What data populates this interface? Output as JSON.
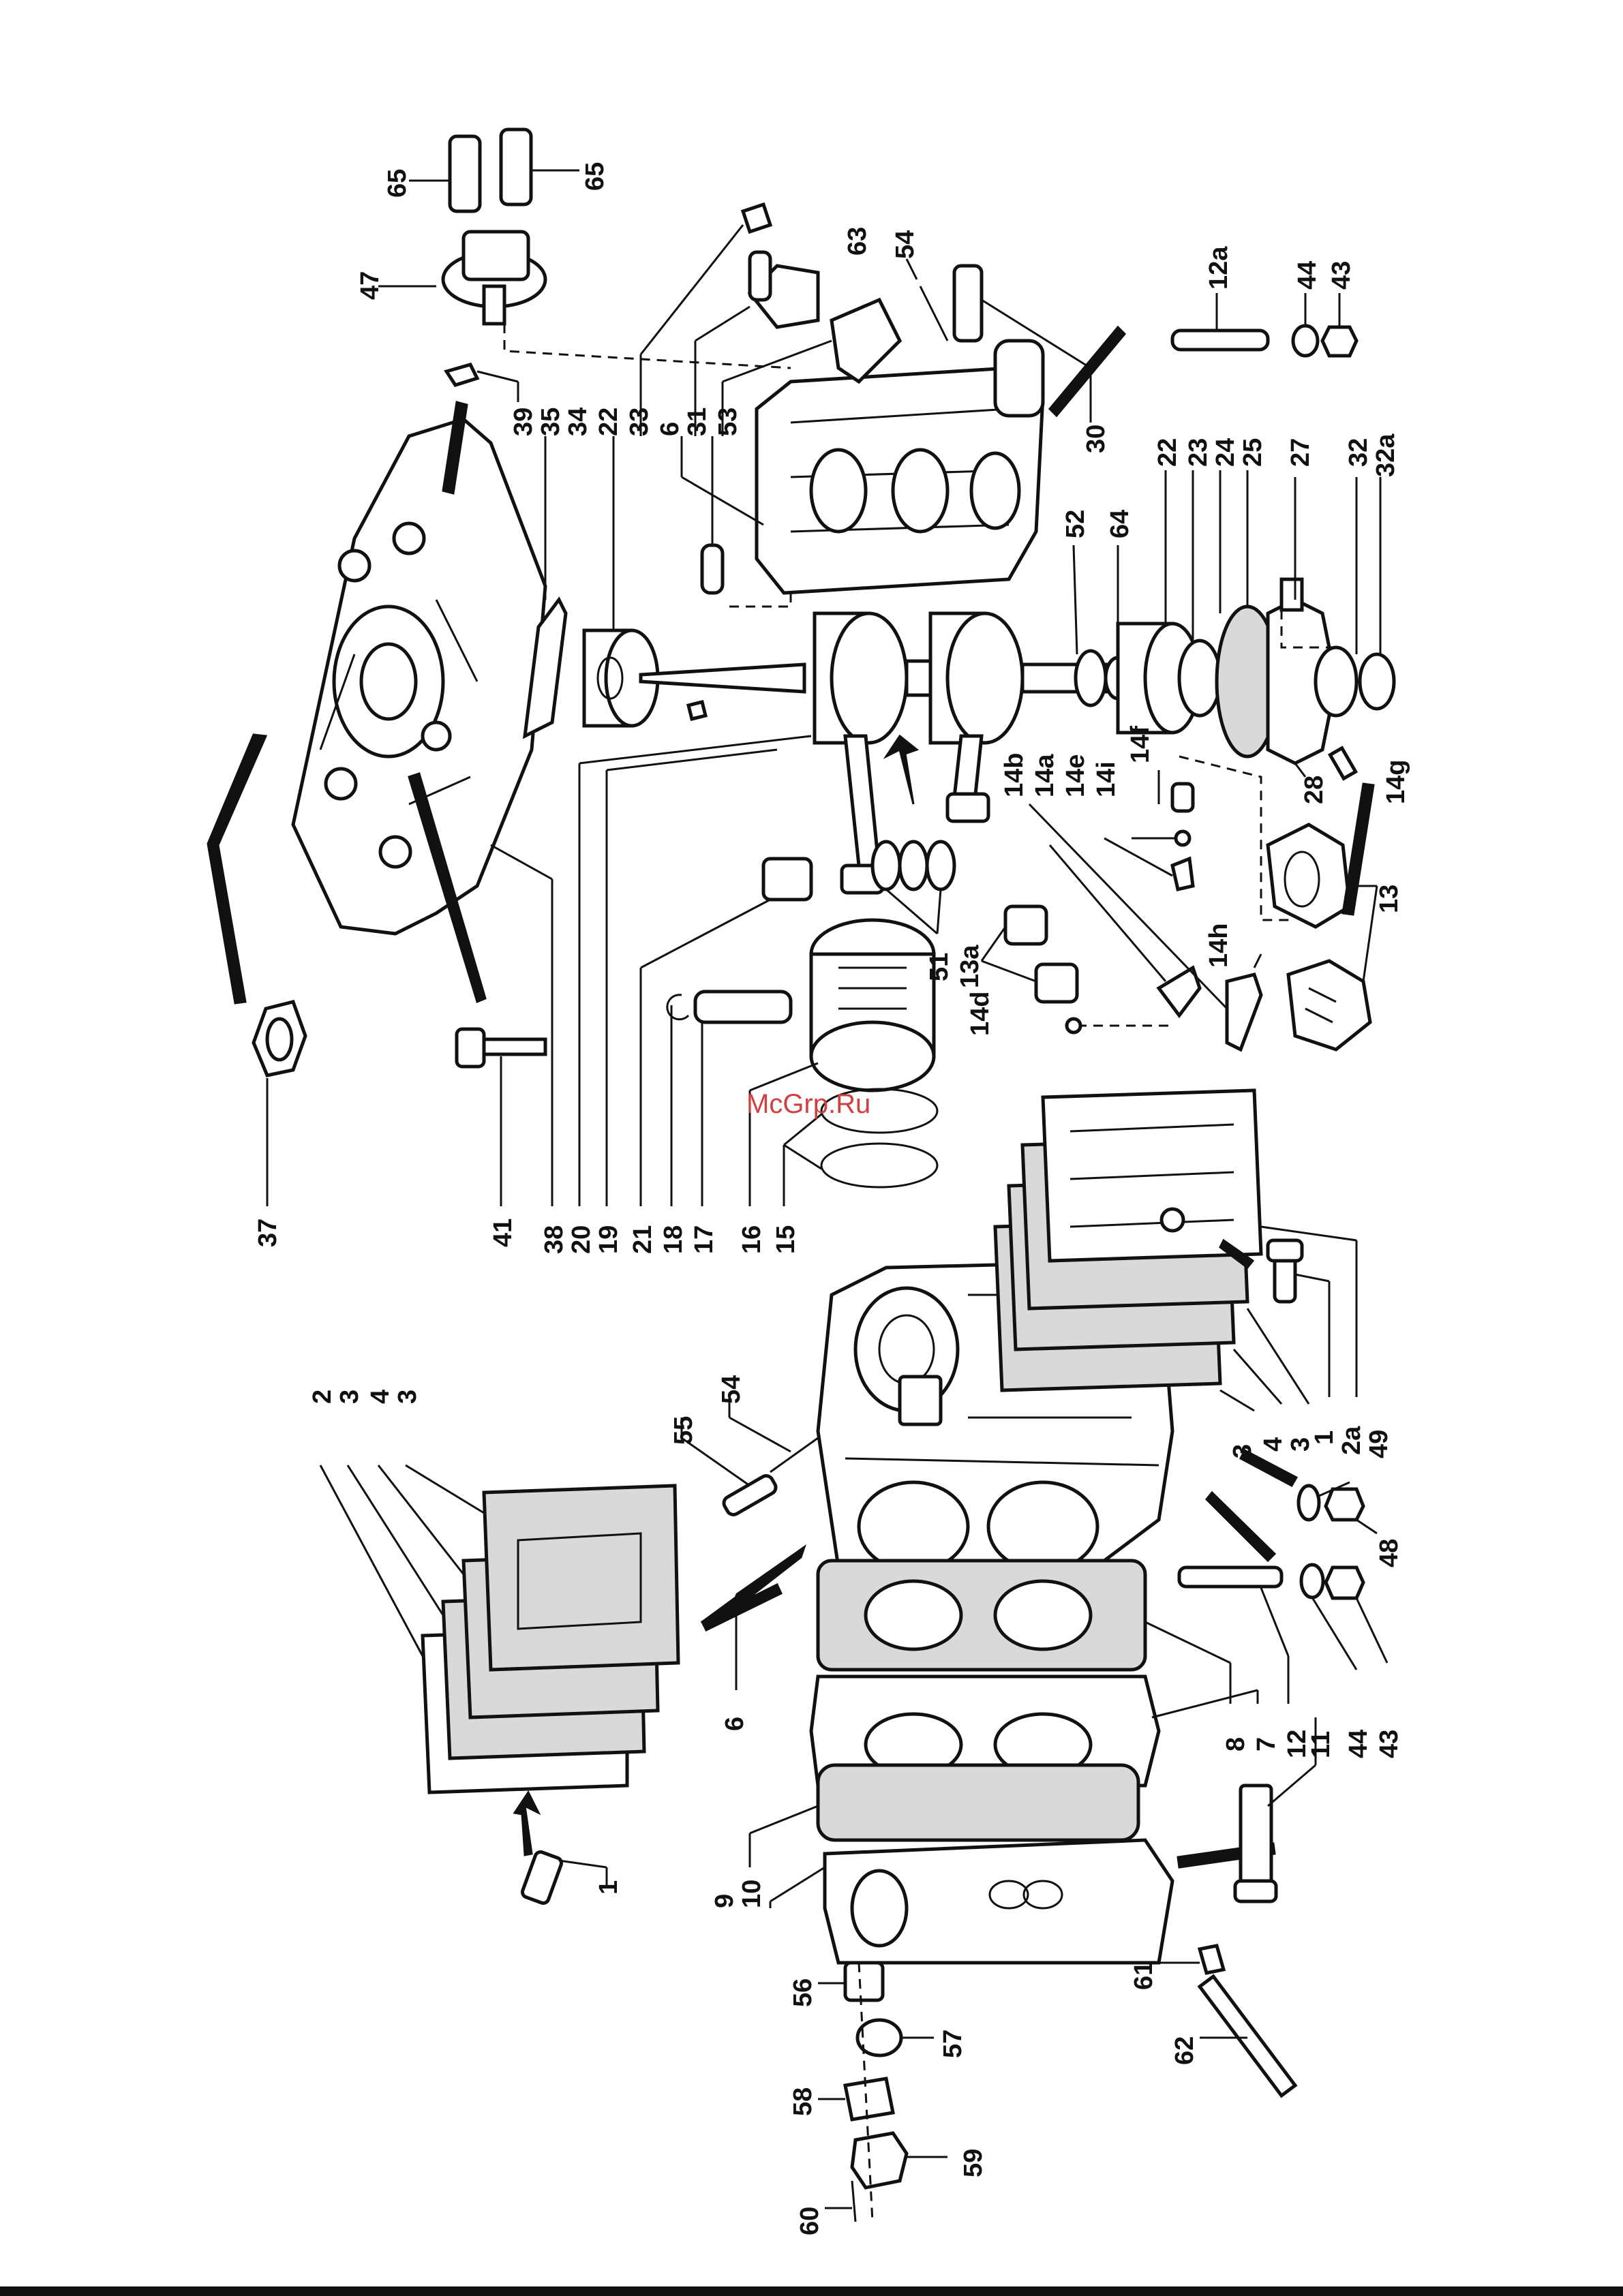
{
  "watermark": "McGrp.Ru",
  "colors": {
    "ink": "#111111",
    "paper": "#ffffff",
    "gasket_fill": "#d9d9d9",
    "watermark": "#d04040"
  },
  "labels": [
    {
      "id": "l-65a",
      "text": "65"
    },
    {
      "id": "l-65b",
      "text": "65"
    },
    {
      "id": "l-47",
      "text": "47"
    },
    {
      "id": "l-63",
      "text": "63"
    },
    {
      "id": "l-54a",
      "text": "54"
    },
    {
      "id": "l-12a",
      "text": "12a"
    },
    {
      "id": "l-44a",
      "text": "44"
    },
    {
      "id": "l-43a",
      "text": "43"
    },
    {
      "id": "l-39",
      "text": "39"
    },
    {
      "id": "l-35",
      "text": "35"
    },
    {
      "id": "l-34",
      "text": "34"
    },
    {
      "id": "l-22a",
      "text": "22"
    },
    {
      "id": "l-33",
      "text": "33"
    },
    {
      "id": "l-6a",
      "text": "6"
    },
    {
      "id": "l-31",
      "text": "31"
    },
    {
      "id": "l-53",
      "text": "53"
    },
    {
      "id": "l-30",
      "text": "30"
    },
    {
      "id": "l-22b",
      "text": "22"
    },
    {
      "id": "l-23",
      "text": "23"
    },
    {
      "id": "l-24",
      "text": "24"
    },
    {
      "id": "l-25",
      "text": "25"
    },
    {
      "id": "l-27",
      "text": "27"
    },
    {
      "id": "l-32",
      "text": "32"
    },
    {
      "id": "l-32a",
      "text": "32a"
    },
    {
      "id": "l-52",
      "text": "52"
    },
    {
      "id": "l-64",
      "text": "64"
    },
    {
      "id": "l-28",
      "text": "28"
    },
    {
      "id": "l-14g",
      "text": "14g"
    },
    {
      "id": "l-13",
      "text": "13"
    },
    {
      "id": "l-14b",
      "text": "14b"
    },
    {
      "id": "l-14a",
      "text": "14a"
    },
    {
      "id": "l-14e",
      "text": "14e"
    },
    {
      "id": "l-14i",
      "text": "14i"
    },
    {
      "id": "l-14f",
      "text": "14f"
    },
    {
      "id": "l-14h",
      "text": "14h"
    },
    {
      "id": "l-51",
      "text": "51"
    },
    {
      "id": "l-13a",
      "text": "13a"
    },
    {
      "id": "l-14d",
      "text": "14d"
    },
    {
      "id": "l-37",
      "text": "37"
    },
    {
      "id": "l-41",
      "text": "41"
    },
    {
      "id": "l-38",
      "text": "38"
    },
    {
      "id": "l-20",
      "text": "20"
    },
    {
      "id": "l-19",
      "text": "19"
    },
    {
      "id": "l-21",
      "text": "21"
    },
    {
      "id": "l-18",
      "text": "18"
    },
    {
      "id": "l-17",
      "text": "17"
    },
    {
      "id": "l-16",
      "text": "16"
    },
    {
      "id": "l-15",
      "text": "15"
    },
    {
      "id": "l-2",
      "text": "2"
    },
    {
      "id": "l-3a",
      "text": "3"
    },
    {
      "id": "l-4a",
      "text": "4"
    },
    {
      "id": "l-3b",
      "text": "3"
    },
    {
      "id": "l-55",
      "text": "55"
    },
    {
      "id": "l-54b",
      "text": "54"
    },
    {
      "id": "l-6b",
      "text": "6"
    },
    {
      "id": "l-1a",
      "text": "1"
    },
    {
      "id": "l-9",
      "text": "9"
    },
    {
      "id": "l-10",
      "text": "10"
    },
    {
      "id": "l-8",
      "text": "8"
    },
    {
      "id": "l-7",
      "text": "7"
    },
    {
      "id": "l-12",
      "text": "12"
    },
    {
      "id": "l-44b",
      "text": "44"
    },
    {
      "id": "l-43b",
      "text": "43"
    },
    {
      "id": "l-11",
      "text": "11"
    },
    {
      "id": "l-3c",
      "text": "3"
    },
    {
      "id": "l-4b",
      "text": "4"
    },
    {
      "id": "l-3d",
      "text": "3"
    },
    {
      "id": "l-1b",
      "text": "1"
    },
    {
      "id": "l-2a",
      "text": "2a"
    },
    {
      "id": "l-49",
      "text": "49"
    },
    {
      "id": "l-48",
      "text": "48"
    },
    {
      "id": "l-56",
      "text": "56"
    },
    {
      "id": "l-57",
      "text": "57"
    },
    {
      "id": "l-58",
      "text": "58"
    },
    {
      "id": "l-59",
      "text": "59"
    },
    {
      "id": "l-60",
      "text": "60"
    },
    {
      "id": "l-61",
      "text": "61"
    },
    {
      "id": "l-62",
      "text": "62"
    }
  ]
}
